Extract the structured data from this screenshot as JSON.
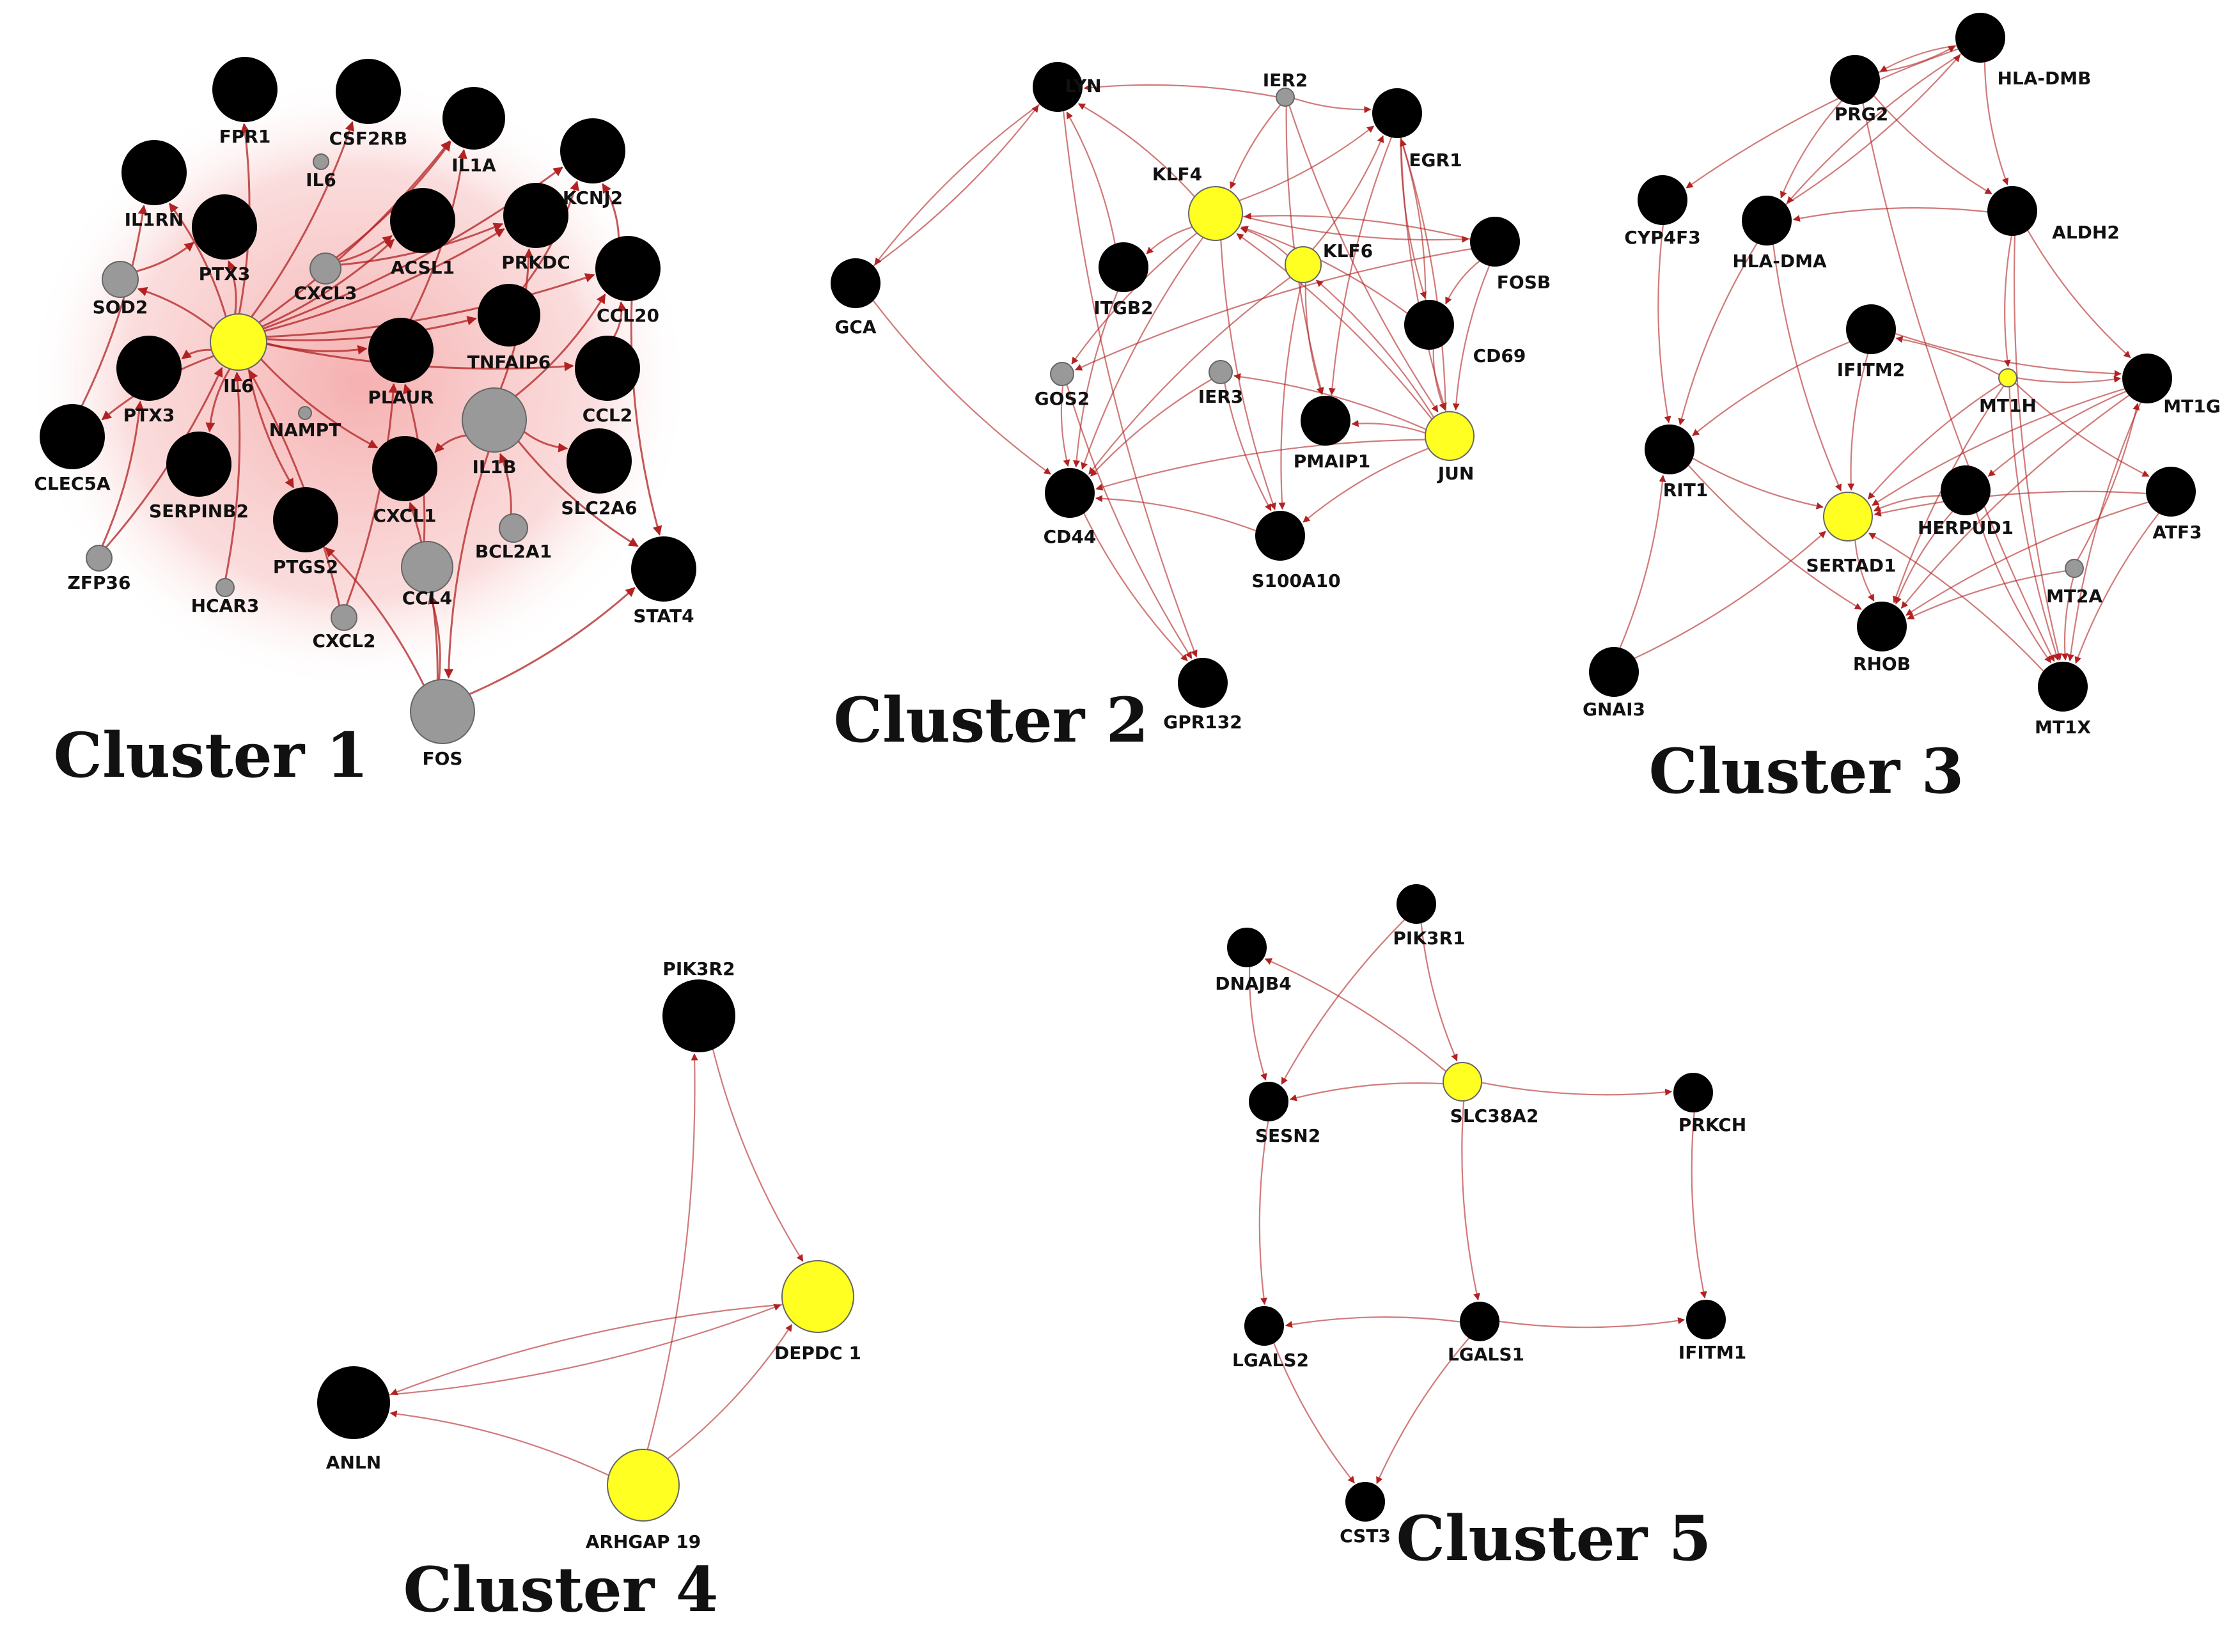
{
  "colors": {
    "hub": "#ffff22",
    "regular": "#000000",
    "minor": "#999999",
    "edge": "#b22222",
    "halo": "#f3a0a0"
  },
  "clusters": [
    {
      "id": 1,
      "title": "Cluster 1",
      "dense": true,
      "nodes": [
        {
          "id": "FPR1",
          "label": "FPR1",
          "type": "regular"
        },
        {
          "id": "CSF2RB",
          "label": "CSF2RB",
          "type": "regular"
        },
        {
          "id": "IL1A",
          "label": "IL1A",
          "type": "regular"
        },
        {
          "id": "KCNJ2",
          "label": "KCNJ2",
          "type": "regular"
        },
        {
          "id": "IL1RN",
          "label": "IL1RN",
          "type": "regular"
        },
        {
          "id": "IL6a",
          "label": "IL6",
          "type": "minor"
        },
        {
          "id": "PTX3a",
          "label": "PTX3",
          "type": "regular"
        },
        {
          "id": "ACSL1",
          "label": "ACSL1",
          "type": "regular"
        },
        {
          "id": "PRKDC",
          "label": "PRKDC",
          "type": "regular"
        },
        {
          "id": "CXCL3",
          "label": "CXCL3",
          "type": "minor"
        },
        {
          "id": "SOD2",
          "label": "SOD2",
          "type": "minor"
        },
        {
          "id": "CCL20",
          "label": "CCL20",
          "type": "regular"
        },
        {
          "id": "IL6",
          "label": "IL6",
          "type": "hub"
        },
        {
          "id": "TNFAIP6",
          "label": "TNFAIP6",
          "type": "regular"
        },
        {
          "id": "PLAUR",
          "label": "PLAUR",
          "type": "regular"
        },
        {
          "id": "PTX3b",
          "label": "PTX3",
          "type": "regular"
        },
        {
          "id": "CCL2",
          "label": "CCL2",
          "type": "regular"
        },
        {
          "id": "NAMPT",
          "label": "NAMPT",
          "type": "minor"
        },
        {
          "id": "IL1B",
          "label": "IL1B",
          "type": "minor"
        },
        {
          "id": "CLEC5A",
          "label": "CLEC5A",
          "type": "regular"
        },
        {
          "id": "SERPINB2",
          "label": "SERPINB2",
          "type": "regular"
        },
        {
          "id": "CXCL1",
          "label": "CXCL1",
          "type": "regular"
        },
        {
          "id": "SLC2A6",
          "label": "SLC2A6",
          "type": "regular"
        },
        {
          "id": "PTGS2",
          "label": "PTGS2",
          "type": "regular"
        },
        {
          "id": "BCL2A1",
          "label": "BCL2A1",
          "type": "minor"
        },
        {
          "id": "ZFP36",
          "label": "ZFP36",
          "type": "minor"
        },
        {
          "id": "HCAR3",
          "label": "HCAR3",
          "type": "minor"
        },
        {
          "id": "CCL4",
          "label": "CCL4",
          "type": "minor"
        },
        {
          "id": "CXCL2",
          "label": "CXCL2",
          "type": "minor"
        },
        {
          "id": "STAT4",
          "label": "STAT4",
          "type": "regular"
        },
        {
          "id": "FOS",
          "label": "FOS",
          "type": "minor"
        }
      ],
      "edges": [
        [
          "CLEC5A",
          "IL1RN"
        ],
        [
          "FOS",
          "STAT4"
        ],
        [
          "IL6",
          "FPR1"
        ],
        [
          "IL6",
          "CSF2RB"
        ],
        [
          "IL6",
          "IL1A"
        ],
        [
          "IL6",
          "KCNJ2"
        ],
        [
          "IL6",
          "IL1RN"
        ],
        [
          "IL6",
          "PTX3a"
        ],
        [
          "IL6",
          "ACSL1"
        ],
        [
          "IL6",
          "PRKDC"
        ],
        [
          "IL6",
          "CCL20"
        ],
        [
          "IL6",
          "TNFAIP6"
        ],
        [
          "IL6",
          "PLAUR"
        ],
        [
          "IL6",
          "PTX3b"
        ],
        [
          "IL6",
          "CCL2"
        ],
        [
          "IL6",
          "SERPINB2"
        ],
        [
          "IL6",
          "CXCL1"
        ],
        [
          "IL6",
          "PTGS2"
        ],
        [
          "IL6",
          "SOD2"
        ],
        [
          "IL6",
          "CLEC5A"
        ],
        [
          "IL1B",
          "CCL20"
        ],
        [
          "IL1B",
          "PRKDC"
        ],
        [
          "IL1B",
          "STAT4"
        ],
        [
          "IL1B",
          "SLC2A6"
        ],
        [
          "IL1B",
          "CXCL1"
        ],
        [
          "IL1B",
          "FOS"
        ],
        [
          "FOS",
          "PTGS2"
        ],
        [
          "FOS",
          "CXCL1"
        ],
        [
          "FOS",
          "CCL4"
        ],
        [
          "CXCL3",
          "ACSL1"
        ],
        [
          "CXCL3",
          "PRKDC"
        ],
        [
          "CXCL3",
          "IL1A"
        ],
        [
          "ZFP36",
          "IL6"
        ],
        [
          "ZFP36",
          "PTX3b"
        ],
        [
          "HCAR3",
          "IL6"
        ],
        [
          "CXCL2",
          "IL6"
        ],
        [
          "CXCL2",
          "PLAUR"
        ],
        [
          "BCL2A1",
          "IL1B"
        ],
        [
          "CCL4",
          "PLAUR"
        ],
        [
          "PLAUR",
          "IL1A"
        ],
        [
          "TNFAIP6",
          "KCNJ2"
        ],
        [
          "CCL2",
          "CCL20"
        ],
        [
          "CCL20",
          "STAT4"
        ],
        [
          "CCL20",
          "KCNJ2"
        ],
        [
          "SOD2",
          "PTX3a"
        ]
      ]
    },
    {
      "id": 2,
      "title": "Cluster 2",
      "dense": false,
      "nodes": [
        {
          "id": "LYN",
          "label": "LYN",
          "type": "regular"
        },
        {
          "id": "IER2",
          "label": "IER2",
          "type": "minor"
        },
        {
          "id": "EGR1",
          "label": "EGR1",
          "type": "regular"
        },
        {
          "id": "KLF4",
          "label": "KLF4",
          "type": "hub"
        },
        {
          "id": "KLF6",
          "label": "KLF6",
          "type": "hub"
        },
        {
          "id": "FOSB",
          "label": "FOSB",
          "type": "regular"
        },
        {
          "id": "ITGB2",
          "label": "ITGB2",
          "type": "regular"
        },
        {
          "id": "GCA",
          "label": "GCA",
          "type": "regular"
        },
        {
          "id": "CD69",
          "label": "CD69",
          "type": "regular"
        },
        {
          "id": "GOS2",
          "label": "GOS2",
          "type": "minor"
        },
        {
          "id": "IER3",
          "label": "IER3",
          "type": "minor"
        },
        {
          "id": "PMAIP1",
          "label": "PMAIP1",
          "type": "regular"
        },
        {
          "id": "JUN",
          "label": "JUN",
          "type": "hub"
        },
        {
          "id": "CD44",
          "label": "CD44",
          "type": "regular"
        },
        {
          "id": "S100A10",
          "label": "S100A10",
          "type": "regular"
        },
        {
          "id": "GPR132",
          "label": "GPR132",
          "type": "regular"
        }
      ],
      "edges": [
        [
          "GCA",
          "LYN"
        ],
        [
          "LYN",
          "GCA"
        ],
        [
          "GCA",
          "CD44"
        ],
        [
          "IER2",
          "LYN"
        ],
        [
          "IER2",
          "EGR1"
        ],
        [
          "IER2",
          "KLF4"
        ],
        [
          "IER2",
          "PMAIP1"
        ],
        [
          "KLF4",
          "LYN"
        ],
        [
          "KLF4",
          "EGR1"
        ],
        [
          "KLF4",
          "ITGB2"
        ],
        [
          "KLF4",
          "CD44"
        ],
        [
          "KLF4",
          "S100A10"
        ],
        [
          "KLF4",
          "GOS2"
        ],
        [
          "KLF4",
          "FOSB"
        ],
        [
          "KLF6",
          "KLF4"
        ],
        [
          "KLF6",
          "EGR1"
        ],
        [
          "KLF6",
          "PMAIP1"
        ],
        [
          "KLF6",
          "CD44"
        ],
        [
          "JUN",
          "KLF4"
        ],
        [
          "JUN",
          "EGR1"
        ],
        [
          "JUN",
          "KLF6"
        ],
        [
          "JUN",
          "PMAIP1"
        ],
        [
          "JUN",
          "S100A10"
        ],
        [
          "JUN",
          "CD44"
        ],
        [
          "JUN",
          "IER3"
        ],
        [
          "CD69",
          "KLF4"
        ],
        [
          "CD69",
          "JUN"
        ],
        [
          "CD69",
          "EGR1"
        ],
        [
          "FOSB",
          "KLF4"
        ],
        [
          "FOSB",
          "JUN"
        ],
        [
          "FOSB",
          "CD69"
        ],
        [
          "EGR1",
          "JUN"
        ],
        [
          "EGR1",
          "CD69"
        ],
        [
          "ITGB2",
          "CD44"
        ],
        [
          "ITGB2",
          "LYN"
        ],
        [
          "GOS2",
          "GPR132"
        ],
        [
          "GOS2",
          "CD44"
        ],
        [
          "IER3",
          "CD44"
        ],
        [
          "IER3",
          "S100A10"
        ],
        [
          "CD44",
          "GPR132"
        ],
        [
          "LYN",
          "GPR132"
        ],
        [
          "S100A10",
          "CD44"
        ],
        [
          "KLF6",
          "S100A10"
        ],
        [
          "IER2",
          "JUN"
        ],
        [
          "FOSB",
          "GOS2"
        ],
        [
          "EGR1",
          "PMAIP1"
        ]
      ]
    },
    {
      "id": 3,
      "title": "Cluster 3",
      "dense": false,
      "nodes": [
        {
          "id": "PRG2",
          "label": "PRG2",
          "type": "regular"
        },
        {
          "id": "HLA-DMB",
          "label": "HLA-DMB",
          "type": "regular"
        },
        {
          "id": "CYP4F3",
          "label": "CYP4F3",
          "type": "regular"
        },
        {
          "id": "HLA-DMA",
          "label": "HLA-DMA",
          "type": "regular"
        },
        {
          "id": "ALDH2",
          "label": "ALDH2",
          "type": "regular"
        },
        {
          "id": "IFITM2",
          "label": "IFITM2",
          "type": "regular"
        },
        {
          "id": "MT1H",
          "label": "MT1H",
          "type": "hub"
        },
        {
          "id": "MT1G",
          "label": "MT1G",
          "type": "regular"
        },
        {
          "id": "RIT1",
          "label": "RIT1",
          "type": "regular"
        },
        {
          "id": "SERTAD1",
          "label": "SERTAD1",
          "type": "hub"
        },
        {
          "id": "HERPUD1",
          "label": "HERPUD1",
          "type": "regular"
        },
        {
          "id": "ATF3",
          "label": "ATF3",
          "type": "regular"
        },
        {
          "id": "MT2A",
          "label": "MT2A",
          "type": "minor"
        },
        {
          "id": "RHOB",
          "label": "RHOB",
          "type": "regular"
        },
        {
          "id": "GNAI3",
          "label": "GNAI3",
          "type": "regular"
        },
        {
          "id": "MT1X",
          "label": "MT1X",
          "type": "regular"
        }
      ],
      "edges": [
        [
          "HLA-DMB",
          "PRG2"
        ],
        [
          "PRG2",
          "HLA-DMB"
        ],
        [
          "HLA-DMB",
          "HLA-DMA"
        ],
        [
          "HLA-DMA",
          "HLA-DMB"
        ],
        [
          "PRG2",
          "HLA-DMA"
        ],
        [
          "HLA-DMB",
          "CYP4F3"
        ],
        [
          "HLA-DMB",
          "ALDH2"
        ],
        [
          "ALDH2",
          "HLA-DMA"
        ],
        [
          "CYP4F3",
          "RIT1"
        ],
        [
          "HLA-DMA",
          "RIT1"
        ],
        [
          "HLA-DMA",
          "SERTAD1"
        ],
        [
          "IFITM2",
          "MT1G"
        ],
        [
          "IFITM2",
          "SERTAD1"
        ],
        [
          "IFITM2",
          "RIT1"
        ],
        [
          "ALDH2",
          "MT1G"
        ],
        [
          "ALDH2",
          "MT1X"
        ],
        [
          "MT1H",
          "MT1G"
        ],
        [
          "MT1H",
          "SERTAD1"
        ],
        [
          "MT1H",
          "MT1X"
        ],
        [
          "MT1H",
          "RHOB"
        ],
        [
          "MT1H",
          "ATF3"
        ],
        [
          "MT1H",
          "IFITM2"
        ],
        [
          "MT1G",
          "SERTAD1"
        ],
        [
          "MT1G",
          "MT1X"
        ],
        [
          "MT1G",
          "RHOB"
        ],
        [
          "MT1G",
          "HERPUD1"
        ],
        [
          "ATF3",
          "SERTAD1"
        ],
        [
          "ATF3",
          "RHOB"
        ],
        [
          "ATF3",
          "MT1X"
        ],
        [
          "MT2A",
          "MT1X"
        ],
        [
          "MT2A",
          "MT1G"
        ],
        [
          "MT2A",
          "RHOB"
        ],
        [
          "HERPUD1",
          "SERTAD1"
        ],
        [
          "HERPUD1",
          "RHOB"
        ],
        [
          "HERPUD1",
          "MT1X"
        ],
        [
          "RIT1",
          "SERTAD1"
        ],
        [
          "RIT1",
          "RHOB"
        ],
        [
          "GNAI3",
          "RIT1"
        ],
        [
          "GNAI3",
          "SERTAD1"
        ],
        [
          "PRG2",
          "MT1X"
        ],
        [
          "PRG2",
          "ALDH2"
        ],
        [
          "ALDH2",
          "MT1H"
        ],
        [
          "SERTAD1",
          "RHOB"
        ],
        [
          "MT1X",
          "SERTAD1"
        ]
      ]
    },
    {
      "id": 4,
      "title": "Cluster 4",
      "dense": false,
      "nodes": [
        {
          "id": "PIK3R2",
          "label": "PIK3R2",
          "type": "regular"
        },
        {
          "id": "DEPDC1",
          "label": "DEPDC 1",
          "type": "hub"
        },
        {
          "id": "ANLN",
          "label": "ANLN",
          "type": "regular"
        },
        {
          "id": "ARHGAP19",
          "label": "ARHGAP 19",
          "type": "hub"
        }
      ],
      "edges": [
        [
          "ARHGAP19",
          "PIK3R2"
        ],
        [
          "PIK3R2",
          "DEPDC1"
        ],
        [
          "DEPDC1",
          "ANLN"
        ],
        [
          "ARHGAP19",
          "ANLN"
        ],
        [
          "ARHGAP19",
          "DEPDC1"
        ],
        [
          "ANLN",
          "DEPDC1"
        ]
      ]
    },
    {
      "id": 5,
      "title": "Cluster 5",
      "dense": false,
      "nodes": [
        {
          "id": "DNAJB4",
          "label": "DNAJB4",
          "type": "regular"
        },
        {
          "id": "PIK3R1",
          "label": "PIK3R1",
          "type": "regular"
        },
        {
          "id": "SLC38A2",
          "label": "SLC38A2",
          "type": "hub"
        },
        {
          "id": "SESN2",
          "label": "SESN2",
          "type": "regular"
        },
        {
          "id": "PRKCH",
          "label": "PRKCH",
          "type": "regular"
        },
        {
          "id": "LGALS2",
          "label": "LGALS2",
          "type": "regular"
        },
        {
          "id": "LGALS1",
          "label": "LGALS1",
          "type": "regular"
        },
        {
          "id": "IFITM1",
          "label": "IFITM1",
          "type": "regular"
        },
        {
          "id": "CST3",
          "label": "CST3",
          "type": "regular"
        }
      ],
      "edges": [
        [
          "SLC38A2",
          "DNAJB4"
        ],
        [
          "SLC38A2",
          "SESN2"
        ],
        [
          "SLC38A2",
          "PRKCH"
        ],
        [
          "PIK3R1",
          "SLC38A2"
        ],
        [
          "PIK3R1",
          "SESN2"
        ],
        [
          "DNAJB4",
          "SESN2"
        ],
        [
          "SESN2",
          "LGALS2"
        ],
        [
          "LGALS1",
          "LGALS2"
        ],
        [
          "SLC38A2",
          "LGALS1"
        ],
        [
          "LGALS1",
          "IFITM1"
        ],
        [
          "PRKCH",
          "IFITM1"
        ],
        [
          "LGALS2",
          "CST3"
        ],
        [
          "LGALS1",
          "CST3"
        ]
      ]
    }
  ]
}
